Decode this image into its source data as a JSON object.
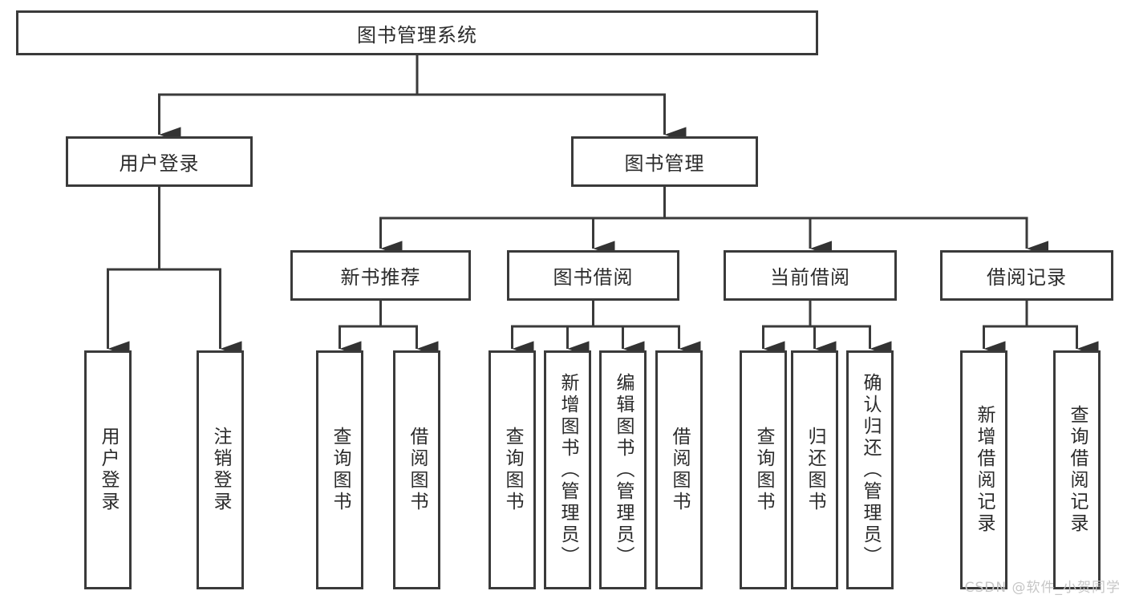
{
  "diagram": {
    "root": "图书管理系统",
    "level2": [
      "用户登录",
      "图书管理"
    ],
    "level3": [
      "新书推荐",
      "图书借阅",
      "当前借阅",
      "借阅记录"
    ],
    "leaves": {
      "user_login": [
        "用户登录",
        "注销登录"
      ],
      "new_book": [
        "查询图书",
        "借阅图书"
      ],
      "book_borrow": [
        "查询图书",
        "新增图书（管理员）",
        "编辑图书（管理员）",
        "借阅图书"
      ],
      "current_borrow": [
        "查询图书",
        "归还图书",
        "确认归还（管理员）"
      ],
      "borrow_records": [
        "新增借阅记录",
        "查询借阅记录"
      ]
    }
  },
  "watermark": "CSDN @软件_小贺同学",
  "colors": {
    "line": "#3a3a3a",
    "text": "#2b2b2b",
    "watermark": "#c6c6c6",
    "background": "#ffffff"
  }
}
